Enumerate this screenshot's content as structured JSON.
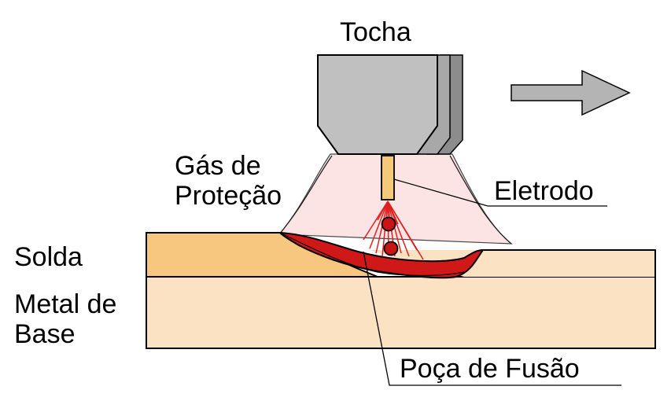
{
  "labels": {
    "torch": "Tocha",
    "shielding_gas_line1": "Gás de",
    "shielding_gas_line2": "Proteção",
    "electrode": "Eletrodo",
    "weld": "Solda",
    "base_metal_line1": "Metal de",
    "base_metal_line2": "Base",
    "weld_pool": "Poça de Fusão"
  },
  "colors": {
    "torch_body": "#c0c0c0",
    "torch_side": "#8c8c8c",
    "arrow": "#b4b4b4",
    "shielding_gas": "#fde4e4",
    "electrode": "#f5c97a",
    "weld_bead": "#f7c67f",
    "base_metal": "#fbe2c3",
    "weld_pool": "#d01818",
    "droplets": "#c81414"
  },
  "icons": {
    "direction_arrow": "arrow-right-icon"
  }
}
